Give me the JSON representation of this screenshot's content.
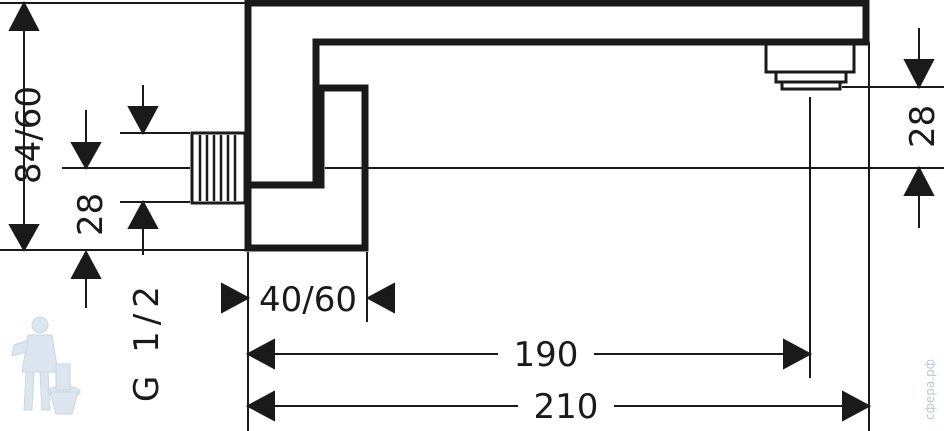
{
  "dimensions": {
    "overall_height": "84/60",
    "inlet_height": "28",
    "thread": "G 1/2",
    "base_width": "40/60",
    "outlet_height": "28",
    "projection_to_outlet": "190",
    "total_projection": "210"
  },
  "watermark": {
    "text": "сфера.рф"
  },
  "colors": {
    "line": "#1a1a1a",
    "watermark": "#c5d5e6"
  }
}
